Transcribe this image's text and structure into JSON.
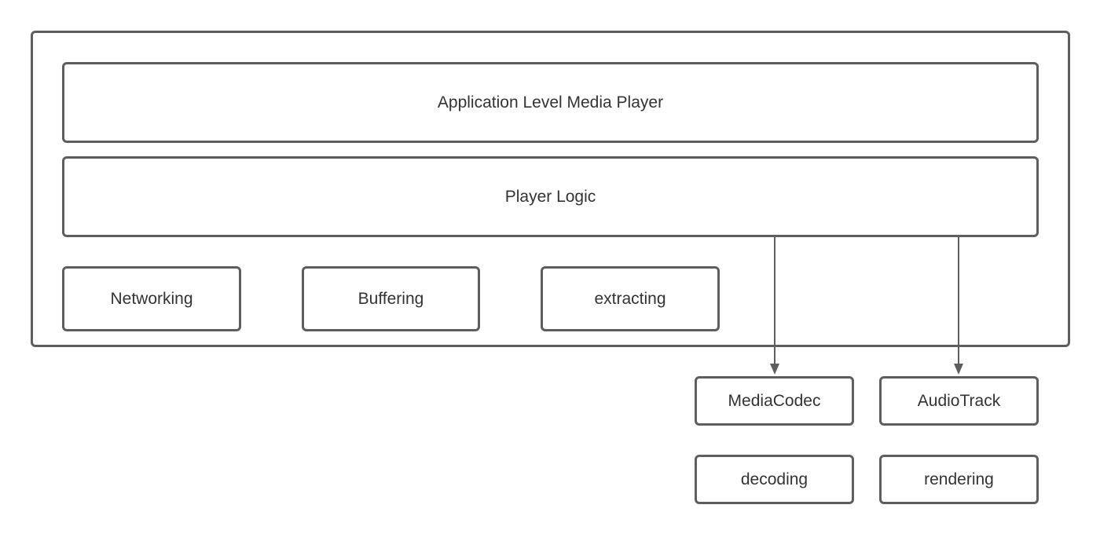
{
  "diagram": {
    "nodes": {
      "app_player": "Application Level Media Player",
      "player_logic": "Player Logic",
      "networking": "Networking",
      "buffering": "Buffering",
      "extracting": "extracting",
      "mediacodec": "MediaCodec",
      "audiotrack": "AudioTrack",
      "decoding": "decoding",
      "rendering": "rendering"
    },
    "edges": [
      {
        "from": "player_logic",
        "to": "mediacodec"
      },
      {
        "from": "player_logic",
        "to": "audiotrack"
      }
    ],
    "colors": {
      "stroke": "#5e5e5e",
      "text": "#333333",
      "background": "#ffffff"
    }
  }
}
